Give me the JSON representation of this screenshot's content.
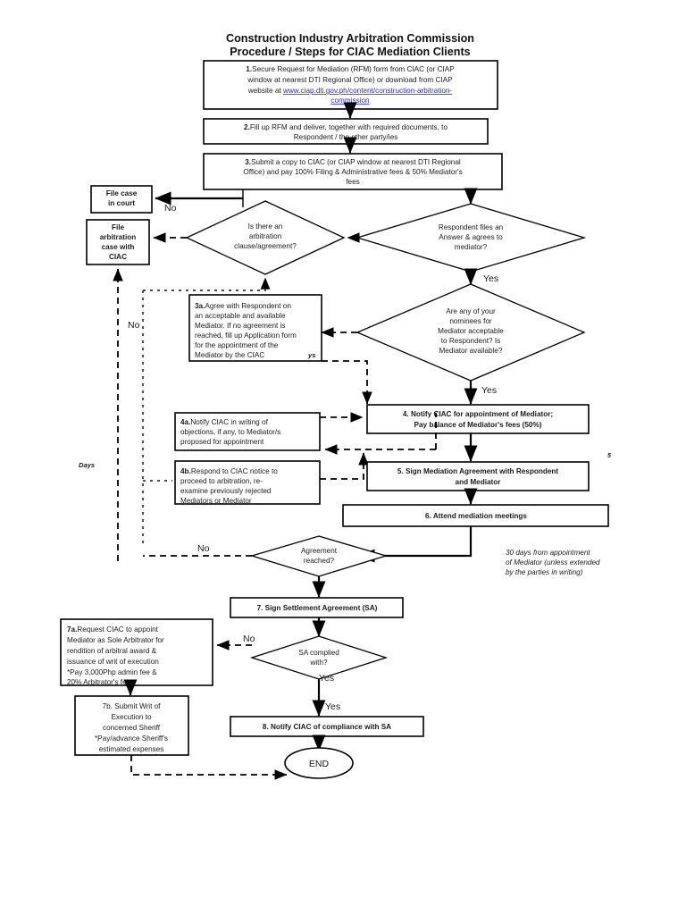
{
  "title": {
    "line1": "Construction Industry Arbitration Commission",
    "line2": "Procedure / Steps for CIAC Mediation Clients"
  },
  "steps": {
    "s1": {
      "num": "1.",
      "l1": "Secure Request for Mediation (RFM) form from CIAC (or CIAP",
      "l2": "window at nearest DTI Regional Office) or download from CIAP",
      "l3_pre": "website at ",
      "l3_link": "www.ciap.dti.gov.ph/content/construction-arbitration-",
      "l4_link": "commission"
    },
    "s2": {
      "num": "2.",
      "l1": "Fill up RFM and deliver, together with required documents, to",
      "l2": "Respondent / the other party/ies"
    },
    "s3": {
      "num": "3.",
      "l1": "Submit a copy to CIAC (or CIAP window at nearest DTI Regional",
      "l2": "Office) and pay 100% Filing & Administrative fees & 50% Mediator's",
      "l3": "fees"
    },
    "s3a": {
      "num": "3a.",
      "l1": "Agree with Respondent on",
      "l2": "an acceptable and available",
      "l3": "Mediator. If no agreement is",
      "l4": "reached, fill up Application form",
      "l5": "for the appointment of the",
      "l6": "Mediator by the CIAC"
    },
    "s4": {
      "l1": "4. Notify CIAC for appointment of Mediator;",
      "l2": "Pay balance of Mediator's fees (50%)"
    },
    "s4a": {
      "num": "4a.",
      "l1": "Notify CIAC in writing of",
      "l2": "objections, if any, to Mediator/s",
      "l3": "proposed for appointment"
    },
    "s4b": {
      "num": "4b.",
      "l1": "Respond to CIAC notice to",
      "l2": "proceed to arbitration, re-",
      "l3": "examine previously rejected",
      "l4": "Mediators or Mediator"
    },
    "s5": {
      "l1": "5. Sign Mediation Agreement with Respondent",
      "l2": "and Mediator"
    },
    "s6": {
      "l1": "6. Attend mediation meetings"
    },
    "s7": {
      "l1": "7. Sign Settlement Agreement (SA)"
    },
    "s7a": {
      "num": "7a.",
      "l1": "Request CIAC to appoint",
      "l2": "Mediator as Sole Arbitrator for",
      "l3": "rendition of arbitral award &",
      "l4": "issuance of writ of execution",
      "l5": "*Pay 3,000Php admin fee &",
      "l6": "20% Arbitrator's fee"
    },
    "s7b": {
      "l1": "7b. Submit Writ of",
      "l2": "Execution to",
      "l3": "concerned Sheriff",
      "l4": "*Pay/advance Sheriff's",
      "l5": "estimated expenses"
    },
    "s8": {
      "l1": "8. Notify CIAC of compliance with SA"
    },
    "file_court": {
      "l1": "File case",
      "l2": "in court"
    },
    "file_arb": {
      "l1": "File",
      "l2": "arbitration",
      "l3": "case with",
      "l4": "CIAC"
    },
    "end": {
      "l1": "END"
    }
  },
  "decisions": {
    "d_arb_clause": {
      "l1": "Is there an",
      "l2": "arbitration",
      "l3": "clause/agreement?"
    },
    "d_respondent": {
      "l1": "Respondent files an",
      "l2": "Answer & agrees to",
      "l3": "mediator?"
    },
    "d_nominees": {
      "l1": "Are any of your",
      "l2": "nominees for",
      "l3": "Mediator acceptable",
      "l4": "to Respondent? Is",
      "l5": "Mediator available?"
    },
    "d_agreement": {
      "l1": "Agreement",
      "l2": "reached?"
    },
    "d_sa": {
      "l1": "SA complied",
      "l2": "with?"
    }
  },
  "labels": {
    "no_court": "No",
    "no_left": "No",
    "no_agreement": "No",
    "no_sa": "No",
    "yes_respondent": "Yes",
    "yes_nominees": "Yes",
    "yes_sa_upper": "Yes",
    "yes_sa_lower": "Yes",
    "days_left": "Days",
    "days_mid": "ys",
    "marker_five": "5"
  },
  "notes": {
    "mediation_period_l1": "30 days from appointment",
    "mediation_period_l2": "of Mediator (unless extended",
    "mediation_period_l3": "by the parties in writing)"
  },
  "colors": {
    "line": "#000000",
    "link": "#2a2ad0",
    "background": "#ffffff",
    "text": "#1a1a1a"
  }
}
